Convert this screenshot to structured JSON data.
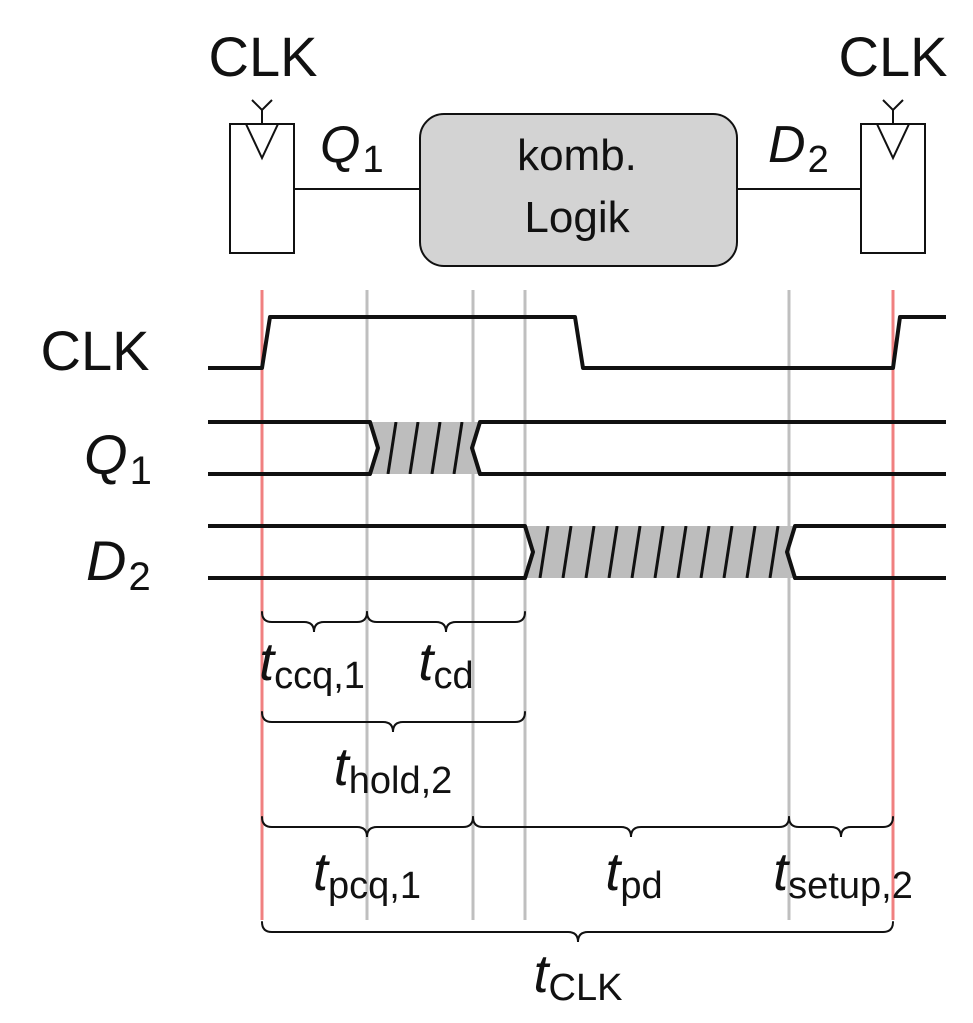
{
  "circuit": {
    "clk_left": "CLK",
    "clk_right": "CLK",
    "q1": {
      "base": "Q",
      "sub": "1"
    },
    "d2": {
      "base": "D",
      "sub": "2"
    },
    "logic_line1": "komb.",
    "logic_line2": "Logik"
  },
  "signals": {
    "clk": "CLK",
    "q1": {
      "base": "Q",
      "sub": "1"
    },
    "d2": {
      "base": "D",
      "sub": "2"
    }
  },
  "timings": {
    "tccq": {
      "base": "t",
      "sub": "ccq,1"
    },
    "tcd": {
      "base": "t",
      "sub": "cd"
    },
    "thold": {
      "base": "t",
      "sub": "hold,2"
    },
    "tpcq": {
      "base": "t",
      "sub": "pcq,1"
    },
    "tpd": {
      "base": "t",
      "sub": "pd"
    },
    "tsetup": {
      "base": "t",
      "sub": "setup,2"
    },
    "tclk": {
      "base": "t",
      "sub": "CLK"
    }
  },
  "colors": {
    "clock_edge_marker": "#f08080",
    "time_marker": "#bfbfbf",
    "logic_fill": "#d3d3d3",
    "transition_fill": "#bdbdbd"
  }
}
